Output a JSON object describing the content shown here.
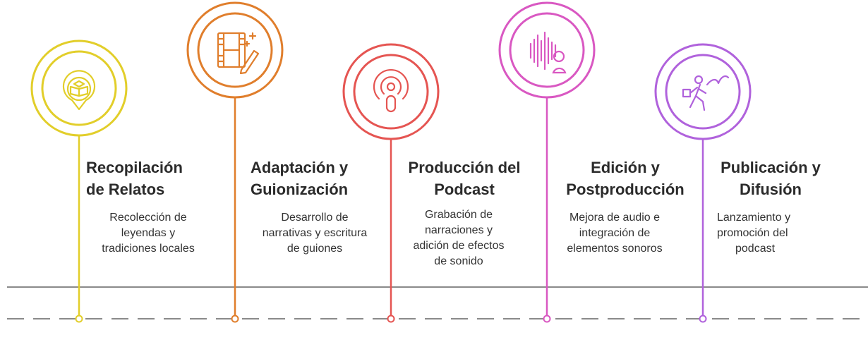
{
  "steps": [
    {
      "title_lines": [
        "Recopilación",
        "de Relatos"
      ],
      "desc_lines": [
        "Recolección de",
        "leyendas y",
        "tradiciones locales"
      ],
      "color": "#E2CE2A",
      "icon": "book-icon"
    },
    {
      "title_lines": [
        "Adaptación y",
        "Guionización"
      ],
      "desc_lines": [
        "Desarrollo de",
        "narrativas y escritura",
        "de guiones"
      ],
      "color": "#E07E2C",
      "icon": "film-edit-icon"
    },
    {
      "title_lines": [
        "Producción del",
        "Podcast"
      ],
      "desc_lines": [
        "Grabación de",
        "narraciones y",
        "adición de efectos",
        "de sonido"
      ],
      "color": "#E55552",
      "icon": "podcast-icon"
    },
    {
      "title_lines": [
        "Edición y",
        "Postproducción"
      ],
      "desc_lines": [
        "Mejora de audio e",
        "integración de",
        "elementos sonoros"
      ],
      "color": "#D958C2",
      "icon": "audio-editor-icon"
    },
    {
      "title_lines": [
        "Publicación y",
        "Difusión"
      ],
      "desc_lines": [
        "Lanzamiento y",
        "promoción del",
        "podcast"
      ],
      "color": "#B062DC",
      "icon": "delivery-icon"
    }
  ]
}
